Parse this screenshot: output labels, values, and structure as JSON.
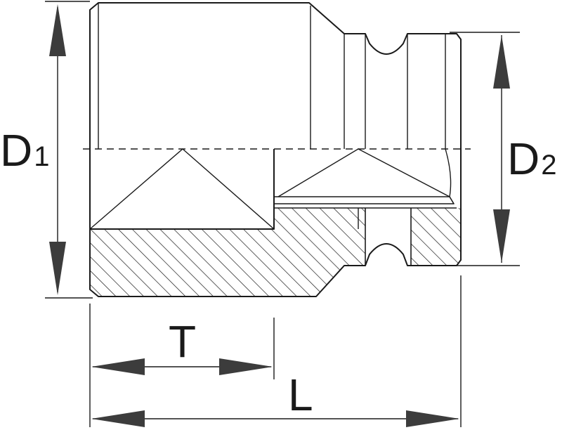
{
  "dimensions": {
    "outer_diameter": {
      "letter": "D",
      "subscript": "1"
    },
    "drive_diameter": {
      "letter": "D",
      "subscript": "2"
    },
    "socket_depth": {
      "letter": "T"
    },
    "overall_length": {
      "letter": "L"
    }
  },
  "colors": {
    "line": "#1a1a1a",
    "arrow": "#3c3c3c",
    "background": "#ffffff"
  }
}
